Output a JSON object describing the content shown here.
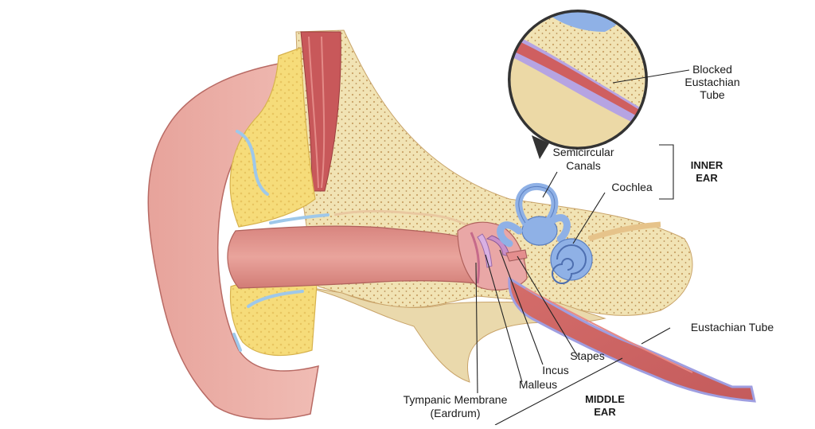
{
  "diagram": {
    "labels": {
      "blocked_tube_1": "Blocked",
      "blocked_tube_2": "Eustachian",
      "blocked_tube_3": "Tube",
      "semicircular_1": "Semicircular",
      "semicircular_2": "Canals",
      "cochlea": "Cochlea",
      "inner_ear_1": "INNER",
      "inner_ear_2": "EAR",
      "eustachian_tube": "Eustachian Tube",
      "stapes": "Stapes",
      "incus": "Incus",
      "malleus": "Malleus",
      "tympanic_1": "Tympanic Membrane",
      "tympanic_2": "(Eardrum)",
      "middle_ear_1": "MIDDLE",
      "middle_ear_2": "EAR"
    },
    "colors": {
      "skin": "#e9a8a0",
      "skin_dark": "#c9706a",
      "canal": "#d98a83",
      "cartilage": "#f4dd86",
      "bone": "#efe2b8",
      "bone_dots": "#caa66a",
      "muscle": "#c8585a",
      "inner_ear": "#8fb1e6",
      "tube_wall": "#a8a6e0"
    }
  }
}
